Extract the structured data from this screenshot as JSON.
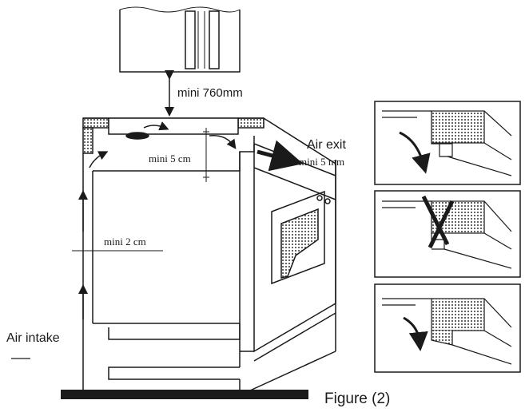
{
  "labels": {
    "hood_clearance": "mini 760mm",
    "air_exit": "Air exit",
    "exit_gap": "mini 5 mm",
    "vent_gap": "mini 5 cm",
    "side_gap": "mini 2 cm",
    "air_intake": "Air intake",
    "figure_caption": "Figure (2)"
  },
  "colors": {
    "ink": "#1a1a1a",
    "paper": "#ffffff",
    "hatch": "#bdbdbd"
  }
}
